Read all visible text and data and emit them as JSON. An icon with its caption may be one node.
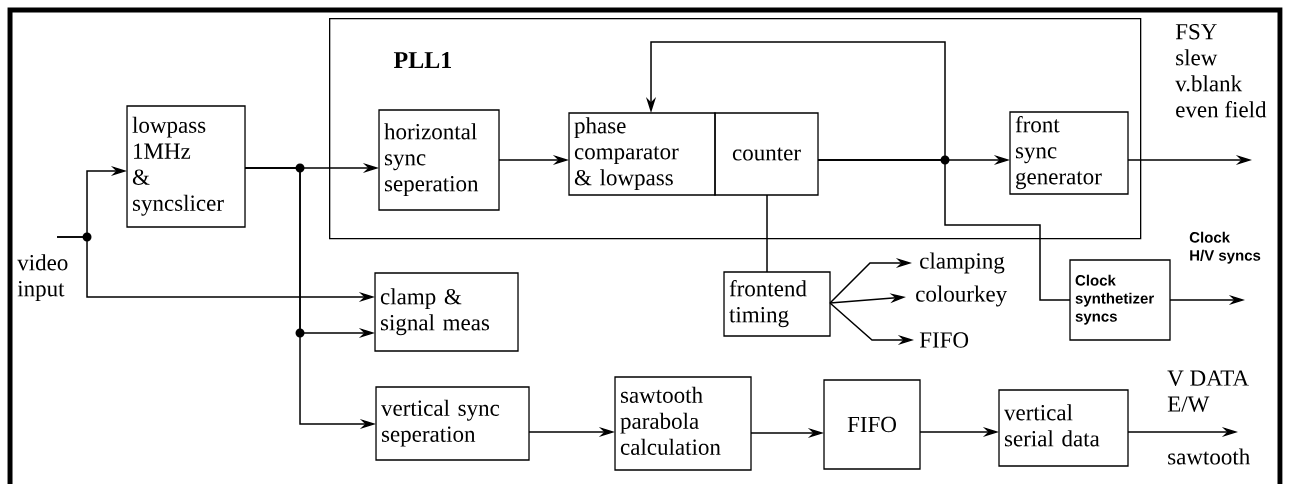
{
  "diagram": {
    "nodes": [
      {
        "text": [
          "PLL1"
        ]
      },
      {
        "text": [
          "lowpass 1MHz & syncslicer"
        ]
      },
      {
        "text": [
          "horizontal sync seperation"
        ],
        "in": 0
      },
      {
        "text": [
          "phase comparator & lowpass"
        ],
        "in": 0
      },
      {
        "text": [
          "counter"
        ],
        "in": 0
      },
      {
        "text": [
          "front sync generator"
        ],
        "in": 0
      },
      {
        "text": [
          "clamp & signal meas"
        ]
      },
      {
        "text": [
          "vertical sync seperation"
        ]
      },
      {
        "text": [
          "sawtooth parabola calculation"
        ]
      },
      {
        "text": [
          "FIFO"
        ]
      },
      {
        "text": [
          "vertical serial data"
        ]
      },
      {
        "text": [
          "frontend timing"
        ]
      },
      {
        "text": [
          "Clock synthetizer syncs"
        ]
      },
      {
        "text": [
          "video input"
        ]
      },
      {
        "text": [
          "clamping"
        ]
      },
      {
        "text": [
          "colourkey"
        ]
      },
      {
        "text": [
          "FIFO"
        ]
      },
      {
        "text": [
          "FSY slew v.blank even field"
        ]
      },
      {
        "text": [
          "Clock H/V syncs"
        ]
      },
      {
        "text": [
          "V DATA E/W",
          "sawtooth"
        ]
      }
    ],
    "edges": [
      {
        "from": 13,
        "to": 1,
        "arrow": "to"
      },
      {
        "from": 13,
        "to": 6,
        "arrow": "to"
      },
      {
        "from": 1,
        "to": 2,
        "arrow": "to"
      },
      {
        "from": 1,
        "to": 6,
        "arrow": "to"
      },
      {
        "from": 1,
        "to": 7,
        "arrow": "to"
      },
      {
        "from": 2,
        "to": 3,
        "arrow": "to"
      },
      {
        "from": 4,
        "to": 5,
        "arrow": "to"
      },
      {
        "from": 4,
        "to": 3,
        "arrow": "to"
      },
      {
        "from": 4,
        "to": 12,
        "arrow": "none"
      },
      {
        "from": 4,
        "to": 11,
        "arrow": "none"
      },
      {
        "from": 11,
        "to": 14,
        "arrow": "to"
      },
      {
        "from": 11,
        "to": 15,
        "arrow": "to"
      },
      {
        "from": 11,
        "to": 16,
        "arrow": "to"
      },
      {
        "from": 5,
        "to": 17,
        "arrow": "to"
      },
      {
        "from": 12,
        "to": 18,
        "arrow": "to"
      },
      {
        "from": 7,
        "to": 8,
        "arrow": "to"
      },
      {
        "from": 8,
        "to": 9,
        "arrow": "to"
      },
      {
        "from": 9,
        "to": 10,
        "arrow": "to"
      },
      {
        "from": 10,
        "to": 19,
        "arrow": "to"
      }
    ]
  }
}
